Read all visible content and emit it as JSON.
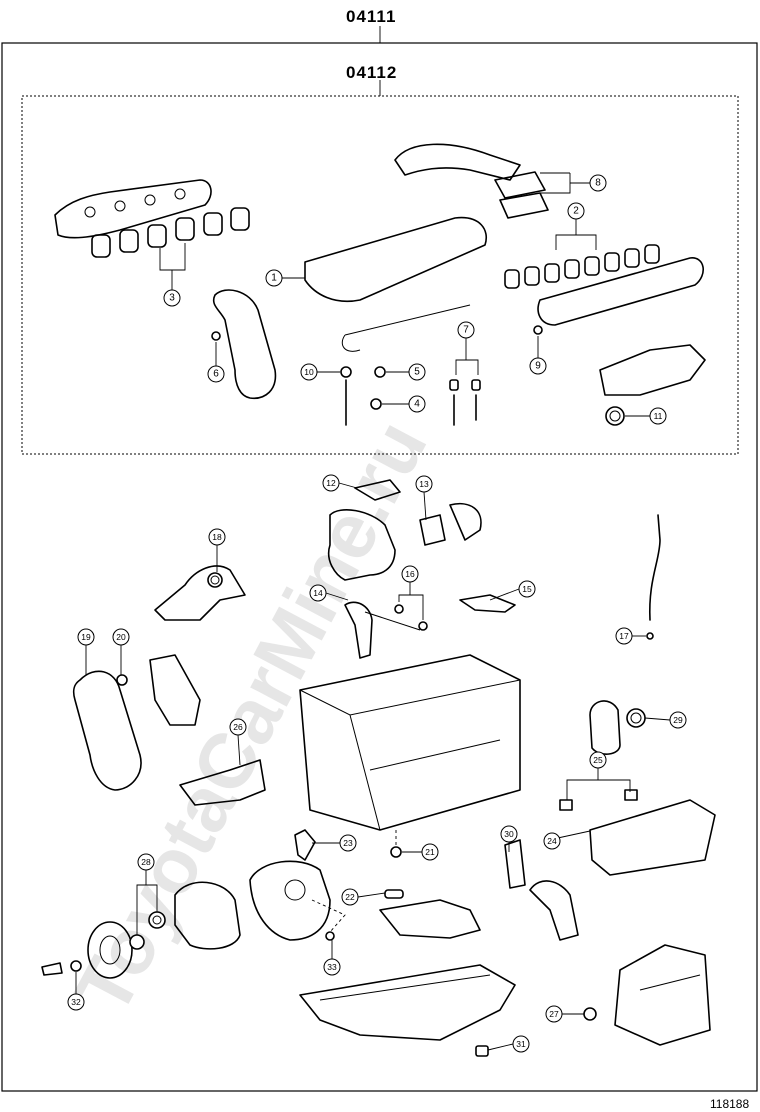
{
  "diagram": {
    "top_code": "04111",
    "inner_code": "04112",
    "reference_number": "118188",
    "watermark": "ToyotaCarMine.ru",
    "callouts": [
      "1",
      "2",
      "3",
      "4",
      "5",
      "6",
      "7",
      "8",
      "9",
      "10",
      "11",
      "12",
      "13",
      "14",
      "15",
      "16",
      "17",
      "18",
      "19",
      "20",
      "21",
      "22",
      "23",
      "24",
      "25",
      "26",
      "27",
      "28",
      "29",
      "30",
      "31",
      "32",
      "33"
    ]
  }
}
